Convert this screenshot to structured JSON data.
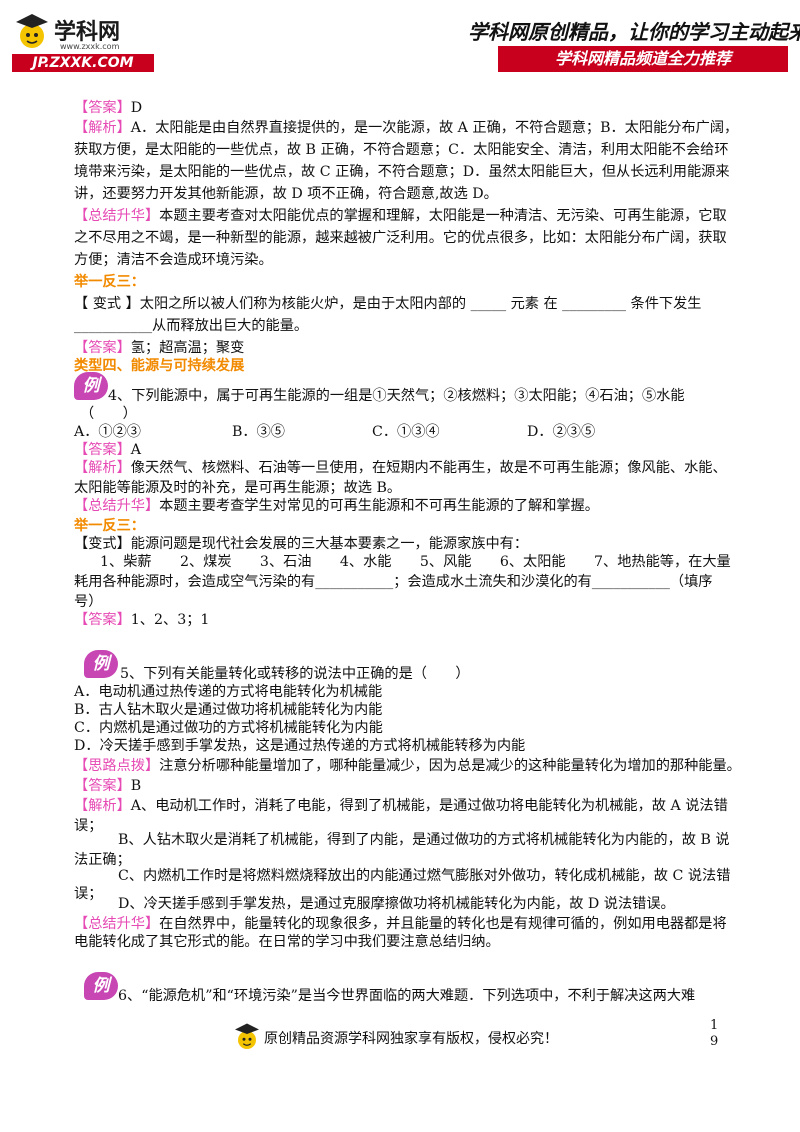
{
  "header": {
    "logo_cn": "学科网",
    "logo_small": "www.zxxk.com",
    "logo_url": "JP.ZXXK.COM",
    "slogan": "学科网原创精品，让你的学习主动起来！",
    "banner": "学科网精品频道全力推荐"
  },
  "footer": {
    "copyright": "原创精品资源学科网独家享有版权，侵权必究！",
    "page_a": "1",
    "page_b": "9"
  },
  "tags": {
    "answer": "【答案】",
    "analysis": "【解析】",
    "summary": "【总结升华】",
    "hint": "【思路点拨】",
    "practice": "举一反三：",
    "variant": "【 变式 】",
    "variant2": "【变式】",
    "example_badge": "例"
  },
  "section1": {
    "answer": "D",
    "analysis_l1": "A．太阳能是由自然界直接提供的，是一次能源，故 A 正确，不符合题意；B．太阳能分布广阔，",
    "analysis_l2": "获取方便，是太阳能的一些优点，故 B 正确，不符合题意；C．太阳能安全、清洁，利用太阳能不会给环",
    "analysis_l3": "境带来污染，是太阳能的一些优点，故 C 正确，不符合题意；D．虽然太阳能巨大，但从长远利用能源来",
    "analysis_l4": "讲，还要努力开发其他新能源，故 D 项不正确，符合题意,故选 D。",
    "summary_l1": "本题主要考查对太阳能优点的掌握和理解，太阳能是一种清洁、无污染、可再生能源，它取",
    "summary_l2": "之不尽用之不竭，是一种新型的能源，越来越被广泛利用。它的优点很多，比如：太阳能分布广阔，获取",
    "summary_l3": "方便；清洁不会造成环境污染。",
    "variant_l1": "太阳之所以被人们称为核能火炉，是由于太阳内部的 _____ 元素 在 _________ 条件下发生",
    "variant_l2": "___________从而释放出巨大的能量。",
    "variant_answer": "氢；超高温；聚变"
  },
  "type4_title": "类型四、能源与可持续发展",
  "q4": {
    "stem": "4、下列能源中，属于可再生能源的一组是①天然气；②核燃料；③太阳能；④石油；⑤水能",
    "paren": "（　　）",
    "opt_a": "A．①②③",
    "opt_b": "B．③⑤",
    "opt_c": "C．①③④",
    "opt_d": "D．②③⑤",
    "answer": "A",
    "analysis_l1": "像天然气、核燃料、石油等一旦使用，在短期内不能再生，故是不可再生能源；像风能、水能、",
    "analysis_l2": "太阳能等能源及时的补充，是可再生能源；故选 B。",
    "summary": "本题主要考查学生对常见的可再生能源和不可再生能源的了解和掌握。",
    "variant_l1": "能源问题是现代社会发展的三大基本要素之一，能源家族中有：",
    "variant_l2": "1、柴薪　　2、煤炭　　3、石油　　4、水能　　5、风能　　6、太阳能　　7、地热能等，在大量",
    "variant_l3": "耗用各种能源时，会造成空气污染的有___________；会造成水土流失和沙漠化的有___________（填序",
    "variant_l4": "号）",
    "variant_answer": "1、2、3；1"
  },
  "q5": {
    "stem": "5、下列有关能量转化或转移的说法中正确的是（　　）",
    "opt_a": "A．电动机通过热传递的方式将电能转化为机械能",
    "opt_b": "B．古人钻木取火是通过做功将机械能转化为内能",
    "opt_c": "C．内燃机是通过做功的方式将机械能转化为内能",
    "opt_d": "D．冷天搓手感到手掌发热，这是通过热传递的方式将机械能转移为内能",
    "hint": "注意分析哪种能量增加了，哪种能量减少，因为总是减少的这种能量转化为增加的那种能量。",
    "answer": "B",
    "analysis_l1": "A、电动机工作时，消耗了电能，得到了机械能，是通过做功将电能转化为机械能，故 A 说法错",
    "analysis_l2": "误；",
    "analysis_l3": "B、人钻木取火是消耗了机械能，得到了内能，是通过做功的方式将机械能转化为内能的，故 B 说",
    "analysis_l4": "法正确；",
    "analysis_l5": "C、内燃机工作时是将燃料燃烧释放出的内能通过燃气膨胀对外做功，转化成机械能，故 C 说法错",
    "analysis_l6": "误；",
    "analysis_l7": "D、冷天搓手感到手掌发热，是通过克服摩擦做功将机械能转化为内能，故 D 说法错误。",
    "summary_l1": "在自然界中，能量转化的现象很多，并且能量的转化也是有规律可循的，例如用电器都是将",
    "summary_l2": "电能转化成了其它形式的能。在日常的学习中我们要注意总结归纳。"
  },
  "q6": {
    "stem": "6、“能源危机”和“环境污染”是当今世界面临的两大难题．下列选项中，不利于解决这两大难"
  }
}
